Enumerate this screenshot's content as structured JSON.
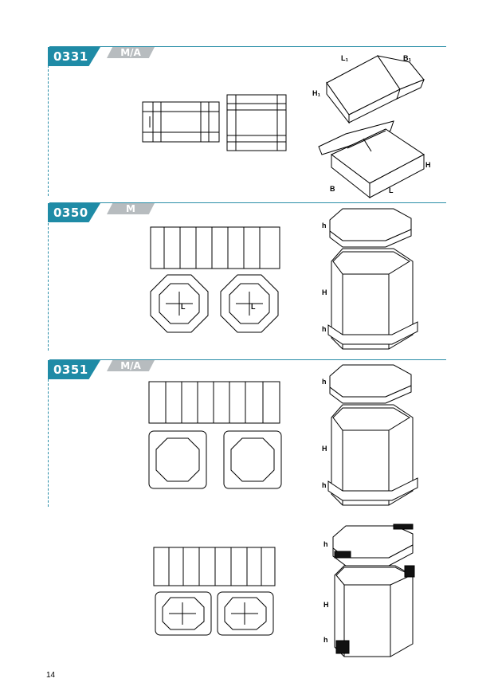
{
  "page_number": "14",
  "accent_color": "#1f8ba6",
  "tag_color": "#b7bcbf",
  "sections": [
    {
      "code": "0331",
      "type": "M/A"
    },
    {
      "code": "0350",
      "type": "M"
    },
    {
      "code": "0351",
      "type": "M/A"
    }
  ],
  "dims": {
    "L": "L",
    "B": "B",
    "H": "H",
    "h": "h",
    "L1": "L₁",
    "B1": "B₁",
    "H1": "H₁"
  }
}
